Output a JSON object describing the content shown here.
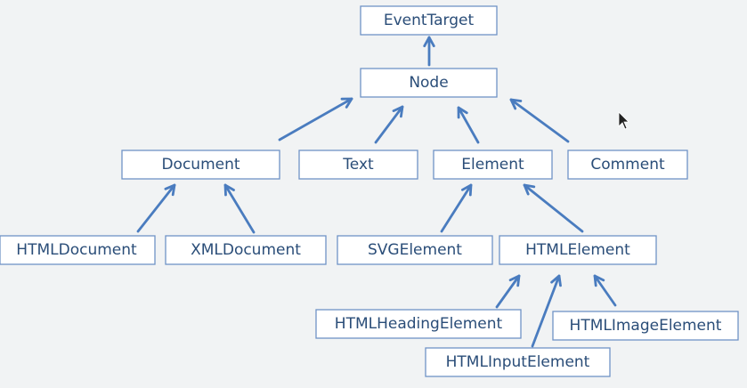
{
  "diagram": {
    "nodes": {
      "eventtarget": "EventTarget",
      "node": "Node",
      "document": "Document",
      "text": "Text",
      "element": "Element",
      "comment": "Comment",
      "htmldocument": "HTMLDocument",
      "xmldocument": "XMLDocument",
      "svgelement": "SVGElement",
      "htmlelement": "HTMLElement",
      "htmlheadingelement": "HTMLHeadingElement",
      "htmlimageelement": "HTMLImageElement",
      "htmlinputelement": "HTMLInputElement"
    },
    "edges": [
      {
        "from": "node",
        "to": "eventtarget"
      },
      {
        "from": "document",
        "to": "node"
      },
      {
        "from": "text",
        "to": "node"
      },
      {
        "from": "element",
        "to": "node"
      },
      {
        "from": "comment",
        "to": "node"
      },
      {
        "from": "htmldocument",
        "to": "document"
      },
      {
        "from": "xmldocument",
        "to": "document"
      },
      {
        "from": "svgelement",
        "to": "element"
      },
      {
        "from": "htmlelement",
        "to": "element"
      },
      {
        "from": "htmlheadingelement",
        "to": "htmlelement"
      },
      {
        "from": "htmlinputelement",
        "to": "htmlelement"
      },
      {
        "from": "htmlimageelement",
        "to": "htmlelement"
      }
    ]
  }
}
